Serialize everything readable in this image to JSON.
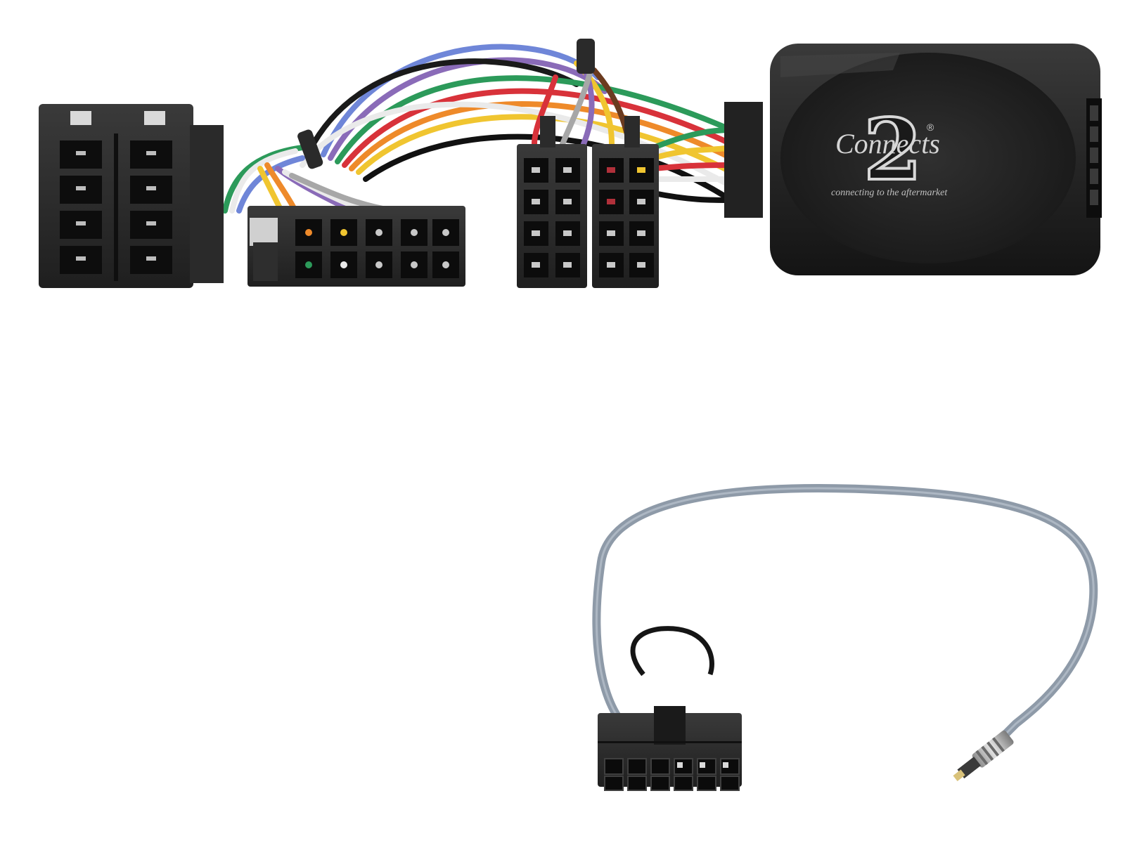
{
  "image": {
    "subject": "steering wheel control interface harness"
  },
  "logo": {
    "brand_script": "Connects",
    "brand_numeral": "2",
    "registered_mark": "®",
    "tagline": "connecting to the aftermarket"
  },
  "colors": {
    "background": "#ffffff",
    "plastic": "#2b2b2b",
    "module": "#1e1e1e",
    "cable_grey": "#8e9aa8"
  },
  "wires": [
    "white",
    "blue",
    "violet",
    "green",
    "red",
    "orange",
    "yellow",
    "black",
    "grey",
    "brown"
  ]
}
